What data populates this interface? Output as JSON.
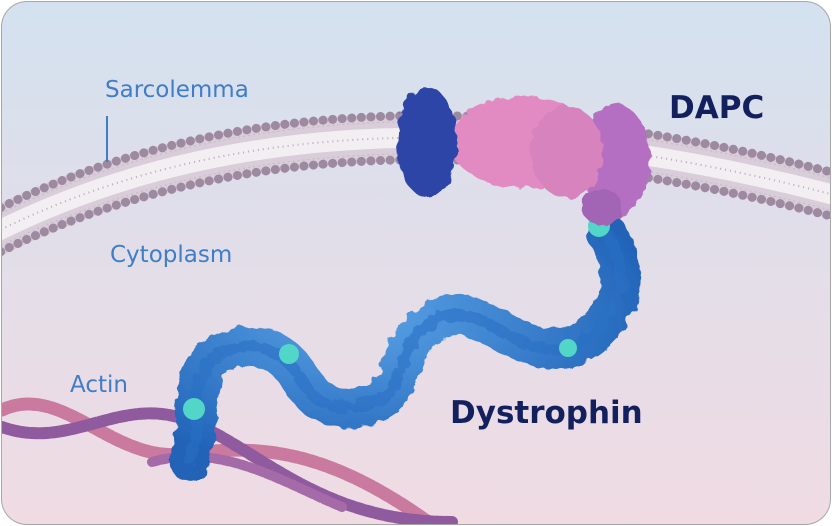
{
  "labels": {
    "sarcolemma": "Sarcolemma",
    "cytoplasm": "Cytoplasm",
    "actin": "Actin",
    "dapc": "DAPC",
    "dystrophin": "Dystrophin"
  },
  "colors": {
    "membrane": "#9d8aa1",
    "actin_pink": "#c97a9e",
    "actin_purple": "#8f5a9e",
    "dystrophin_blue": "#3a86d4",
    "dystrophin_dark": "#2163b8",
    "hinge_teal": "#52d6c8",
    "dapc_navy": "#2f45a8",
    "dapc_pink": "#e18bc2",
    "dapc_purple": "#b46ec2",
    "label_blue": "#3f7dc6",
    "label_navy": "#13205e"
  }
}
